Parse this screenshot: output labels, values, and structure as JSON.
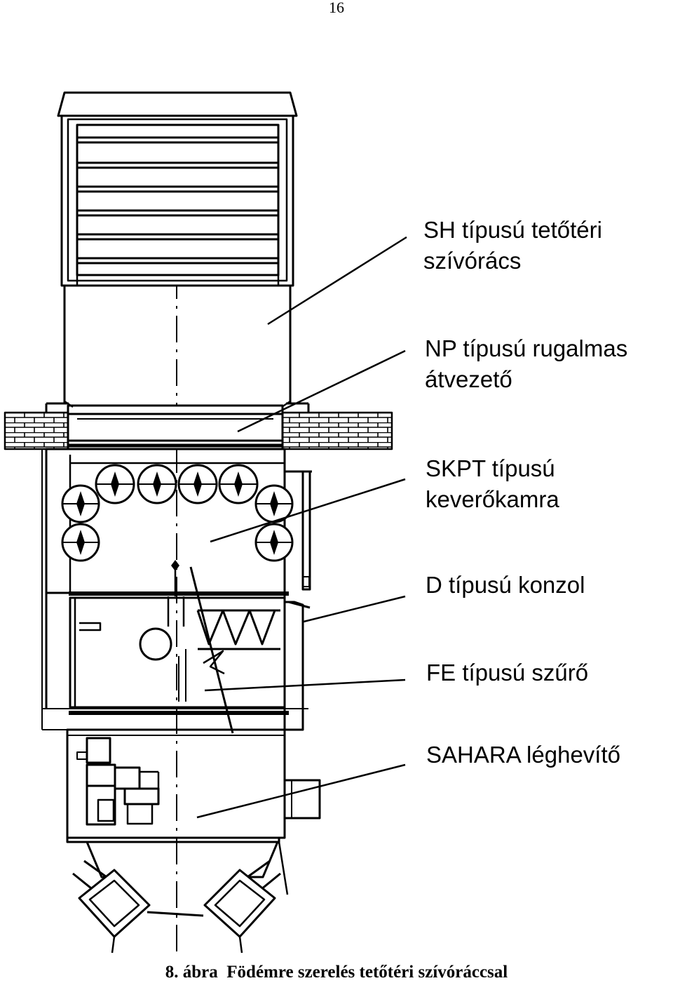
{
  "page_number": "16",
  "figure": {
    "callouts": [
      {
        "line1": "SH típusú tetőtéri",
        "line2": "szívórács"
      },
      {
        "line1": "NP típusú rugalmas",
        "line2": "átvezető"
      },
      {
        "line1": "SKPT típusú",
        "line2": "keverőkamra"
      },
      {
        "line1": "D típusú konzol",
        "line2": ""
      },
      {
        "line1": "FE típusú szűrő",
        "line2": ""
      },
      {
        "line1": "SAHARA léghevítő",
        "line2": ""
      }
    ],
    "caption": "8. ábra  Födémre szerelés tetőtéri szívóráccsal"
  }
}
